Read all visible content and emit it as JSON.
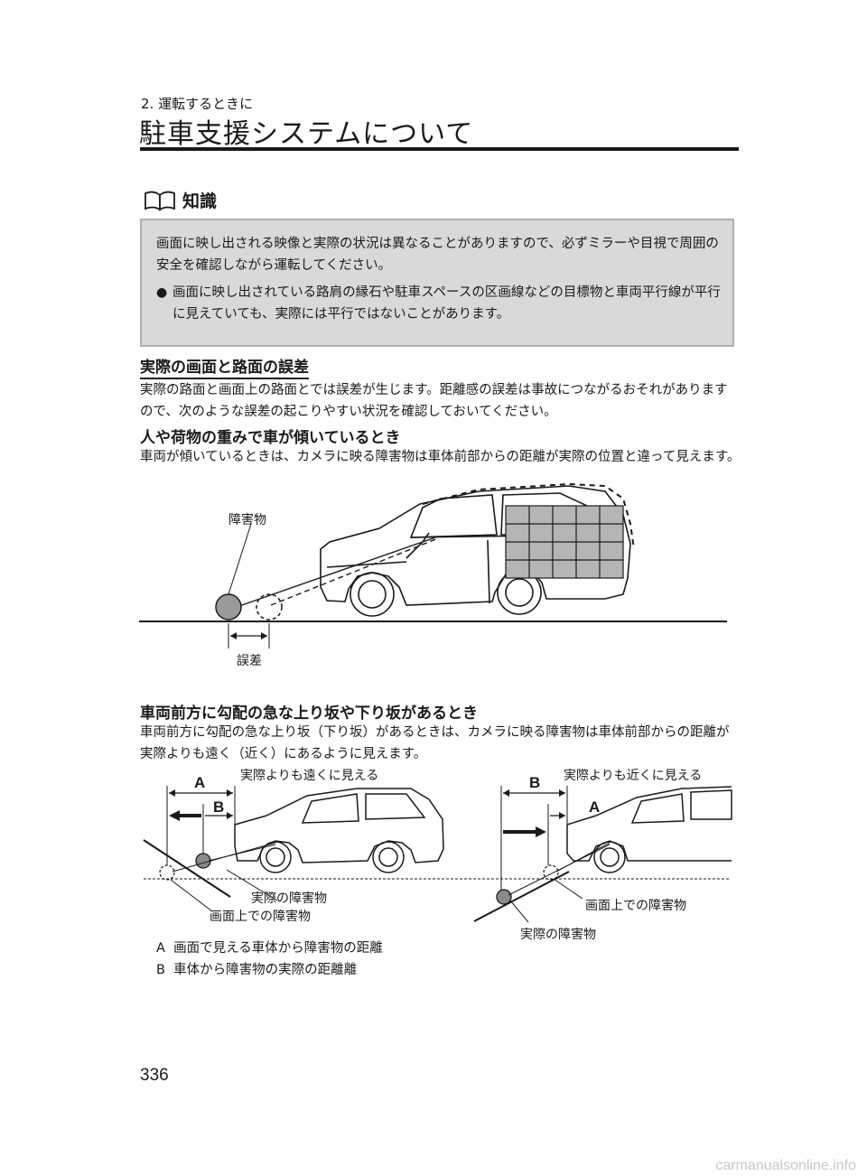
{
  "header": {
    "chapter": "2. 運転するときに",
    "title": "駐車支援システムについて"
  },
  "knowledge": {
    "heading": "知識",
    "icon": "book-icon",
    "paragraph": "画面に映し出される映像と実際の状況は異なることがありますので、必ずミラーや目視で周囲の安全を確認しながら運転してください。",
    "bullet": "画面に映し出されている路肩の縁石や駐車スペースの区画線などの目標物と車両平行線が平行に見えていても、実際には平行ではないことがあります。"
  },
  "section1": {
    "heading": "実際の画面と路面の誤差",
    "text": "実際の路面と画面上の路面とでは誤差が生じます。距離感の誤差は事故につながるおそれがありますので、次のような誤差の起こりやすい状況を確認しておいてください。"
  },
  "section2": {
    "heading": "人や荷物の重みで車が傾いているとき",
    "text": "車両が傾いているときは、カメラに映る障害物は車体前部からの距離が実際の位置と違って見えます。",
    "figure": {
      "obstacle_label": "障害物",
      "error_label": "誤差"
    }
  },
  "section3": {
    "heading": "車両前方に勾配の急な上り坂や下り坂があるとき",
    "text": "車両前方に勾配の急な上り坂（下り坂）があるときは、カメラに映る障害物は車体前部からの距離が実際よりも遠く（近く）にあるように見えます。",
    "figure": {
      "left_caption": "実際よりも遠くに見える",
      "right_caption": "実際よりも近くに見える",
      "label_a": "A",
      "label_b": "B",
      "actual_obstacle": "実際の障害物",
      "screen_obstacle": "画面上での障害物"
    },
    "legend": [
      {
        "key": "A",
        "text": "画面で見える車体から障害物の距離"
      },
      {
        "key": "B",
        "text": "車体から障害物の実際の距離離"
      }
    ]
  },
  "page_number": "336",
  "watermark": "carmanualsonline.info"
}
